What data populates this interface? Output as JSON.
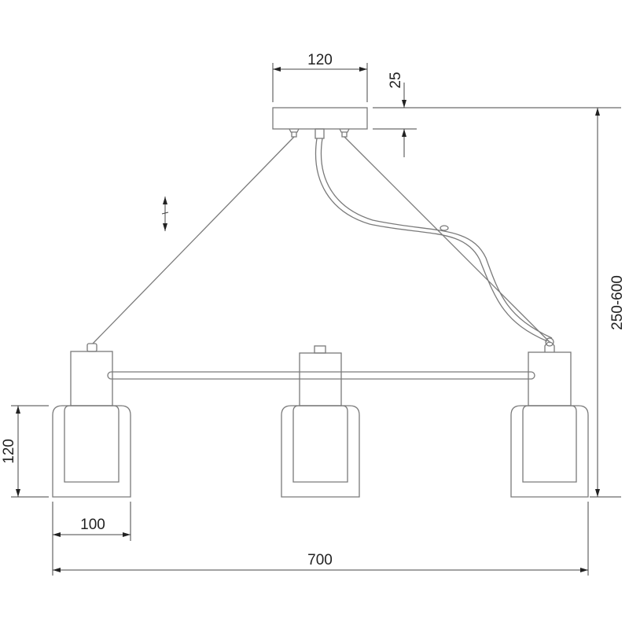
{
  "dimensions": {
    "canopy_width": "120",
    "canopy_height": "25",
    "height_range": "250-600",
    "shade_height": "120",
    "shade_width": "100",
    "total_width": "700"
  },
  "colors": {
    "line": "#7a7a7a",
    "dimension": "#444444"
  }
}
